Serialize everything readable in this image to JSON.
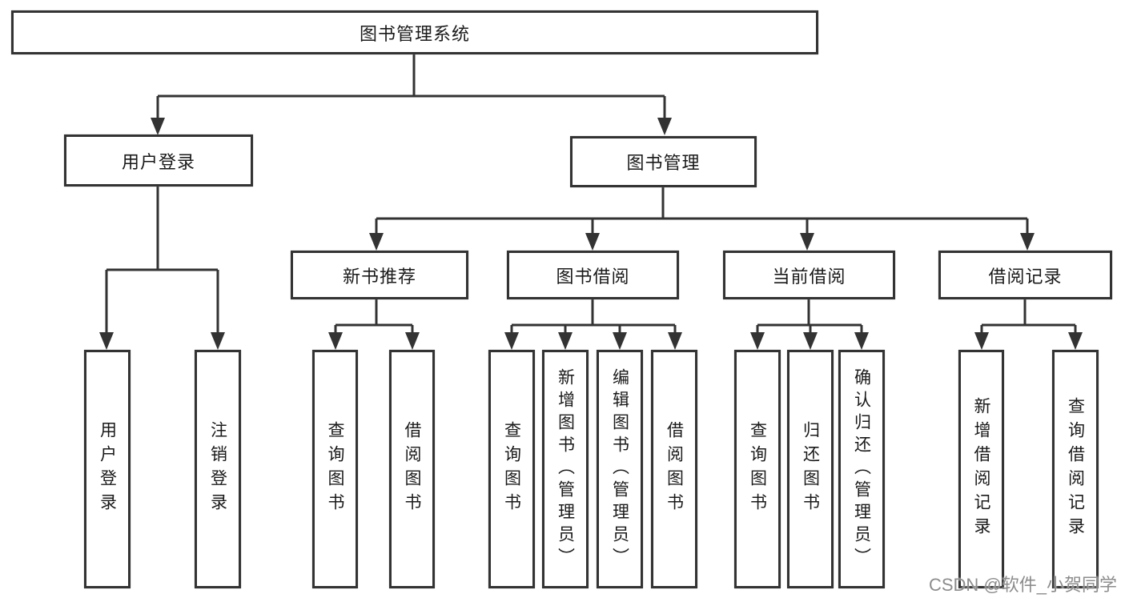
{
  "colors": {
    "line": "#333333",
    "box_border": "#333333",
    "text": "#1a1a1a",
    "background": "#ffffff",
    "watermark": "#8c8c8c"
  },
  "watermark": {
    "text": "CSDN @软件_小贺同学"
  },
  "tree": {
    "root": {
      "label": "图书管理系统"
    },
    "branches": [
      {
        "label": "用户登录",
        "children": [
          {
            "label": "用户登录"
          },
          {
            "label": "注销登录"
          }
        ]
      },
      {
        "label": "图书管理",
        "groups": [
          {
            "label": "新书推荐",
            "children": [
              {
                "label": "查询图书"
              },
              {
                "label": "借阅图书"
              }
            ]
          },
          {
            "label": "图书借阅",
            "children": [
              {
                "label": "查询图书"
              },
              {
                "label": "新增图书（管理员）"
              },
              {
                "label": "编辑图书（管理员）"
              },
              {
                "label": "借阅图书"
              }
            ]
          },
          {
            "label": "当前借阅",
            "children": [
              {
                "label": "查询图书"
              },
              {
                "label": "归还图书"
              },
              {
                "label": "确认归还（管理员）"
              }
            ]
          },
          {
            "label": "借阅记录",
            "children": [
              {
                "label": "新增借阅记录"
              },
              {
                "label": "查询借阅记录"
              }
            ]
          }
        ]
      }
    ]
  }
}
